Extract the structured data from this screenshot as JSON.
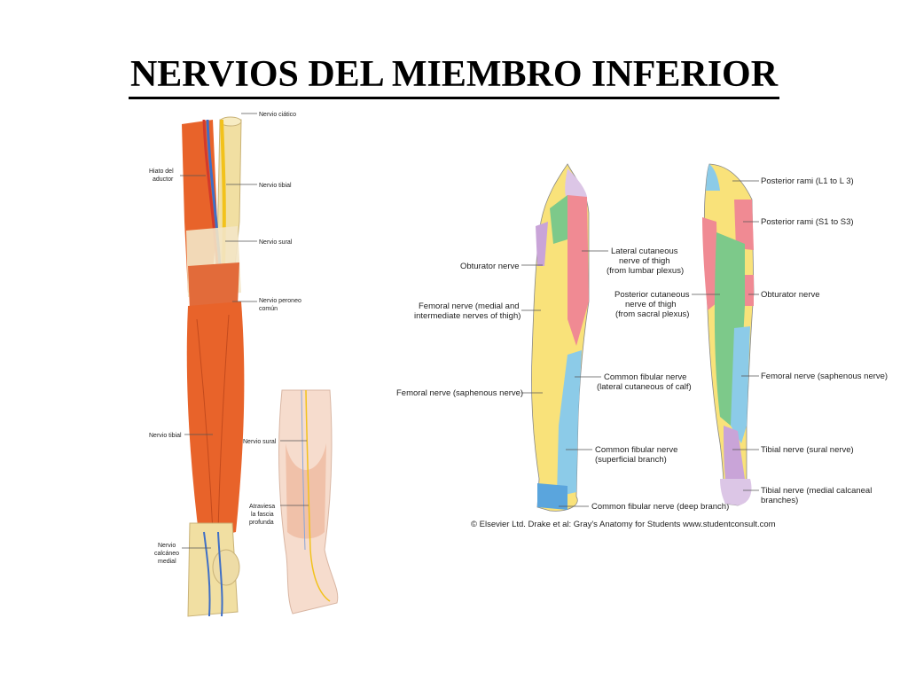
{
  "title": "NERVIOS DEL MIEMBRO INFERIOR",
  "left_figure": {
    "labels": {
      "sciatic": "Nervio ciático",
      "hiato_1": "Hiato del",
      "hiato_2": "aductor",
      "tibial_top": "Nervio tibial",
      "sural_top": "Nervio sural",
      "peroneo_1": "Nervio peroneo",
      "peroneo_2": "común",
      "tibial_low": "Nervio tibial",
      "calcaneo_1": "Nervio",
      "calcaneo_2": "calcáneo",
      "calcaneo_3": "medial",
      "sural_calf": "Nervio sural",
      "atraviesa_1": "Atraviesa",
      "atraviesa_2": "la fascia",
      "atraviesa_3": "profunda"
    }
  },
  "right_figure": {
    "labels": {
      "obturator_left": "Obturator nerve",
      "femoral_medial_1": "Femoral nerve (medial and",
      "femoral_medial_2": "intermediate nerves of thigh)",
      "femoral_saphenous_left": "Femoral nerve (saphenous nerve)",
      "lateral_cut_1": "Lateral cutaneous",
      "lateral_cut_2": "nerve of thigh",
      "lateral_cut_3": "(from lumbar plexus)",
      "posterior_cut_1": "Posterior cutaneous",
      "posterior_cut_2": "nerve of thigh",
      "posterior_cut_3": "(from sacral plexus)",
      "common_fibular_1": "Common fibular nerve",
      "common_fibular_2": "(lateral cutaneous of calf)",
      "common_fibular_sup_1": "Common fibular nerve",
      "common_fibular_sup_2": "(superficial branch)",
      "common_fibular_deep": "Common fibular nerve (deep branch)",
      "posterior_rami_l": "Posterior rami (L1 to L 3)",
      "posterior_rami_s": "Posterior rami (S1 to S3)",
      "obturator_right": "Obturator nerve",
      "femoral_saphenous_right": "Femoral nerve (saphenous nerve)",
      "tibial_sural": "Tibial nerve (sural nerve)",
      "tibial_calcaneal_1": "Tibial nerve (medial calcaneal",
      "tibial_calcaneal_2": "branches)"
    },
    "credit": "© Elsevier Ltd. Drake et al: Gray's Anatomy for Students www.studentconsult.com"
  },
  "colors": {
    "muscle": "#e8632a",
    "bone": "#f1dfa2",
    "yellow_zone": "#f9e27a",
    "pink_zone": "#f08a93",
    "green_zone": "#7dc98a",
    "blue_zone": "#8ccbe8",
    "purple_zone": "#c9a4d8",
    "lilac_zone": "#dcc6e6"
  }
}
